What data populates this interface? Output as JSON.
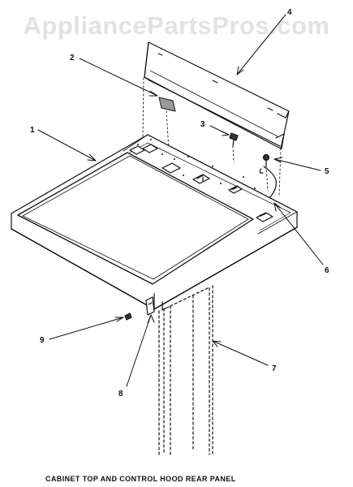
{
  "watermark": "AppliancePartsPros.com",
  "caption": "CABINET TOP AND CONTROL HOOD REAR PANEL",
  "callouts": [
    {
      "id": "1",
      "label": "1"
    },
    {
      "id": "2",
      "label": "2"
    },
    {
      "id": "3",
      "label": "3"
    },
    {
      "id": "4",
      "label": "4"
    },
    {
      "id": "5",
      "label": "5"
    },
    {
      "id": "6",
      "label": "6"
    },
    {
      "id": "7",
      "label": "7"
    },
    {
      "id": "8",
      "label": "8"
    },
    {
      "id": "9",
      "label": "9"
    }
  ]
}
